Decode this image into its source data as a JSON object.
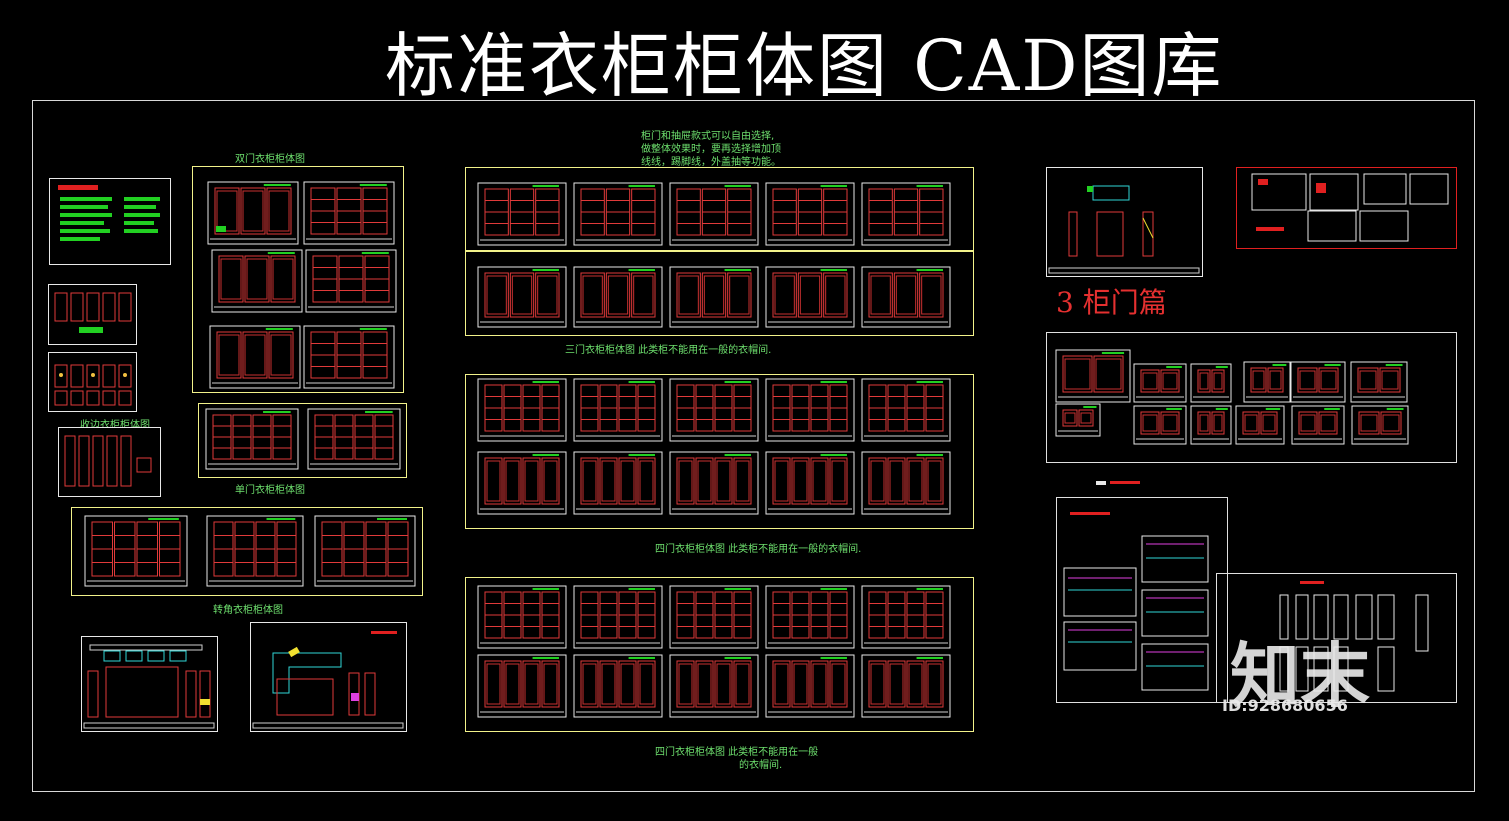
{
  "title": "标准衣柜柜体图 CAD图库",
  "labels": {
    "double_door": "双门衣柜柜体图",
    "storage": "收边衣柜柜体图",
    "single_door": "单门衣柜柜体图",
    "corner": "转角衣柜柜体图",
    "note_line1": "柜门和抽屉款式可以自由选择,",
    "note_line2": "做整体效果时，要再选择增加顶",
    "note_line3": "线线，踢脚线，外盖抽等功能。",
    "three_door": "三门衣柜柜体图    此类柜不能用在一般的衣帽间.",
    "four_door_a": "四门衣柜柜体图    此类柜不能用在一般的衣帽间.",
    "four_door_b_line1": "四门衣柜柜体图    此类柜不能用在一般",
    "four_door_b_line2": "的衣帽间.",
    "cabinet_door": "3 柜门篇"
  },
  "watermark": {
    "mark": "知末",
    "id": "ID:928680656"
  },
  "colors": {
    "background": "#000000",
    "frame": "#d8d8d8",
    "yellow_box": "#f2f28a",
    "drawing_red": "#e03a3a",
    "label_green": "#6ee06e",
    "highlight_red": "#e53030"
  }
}
